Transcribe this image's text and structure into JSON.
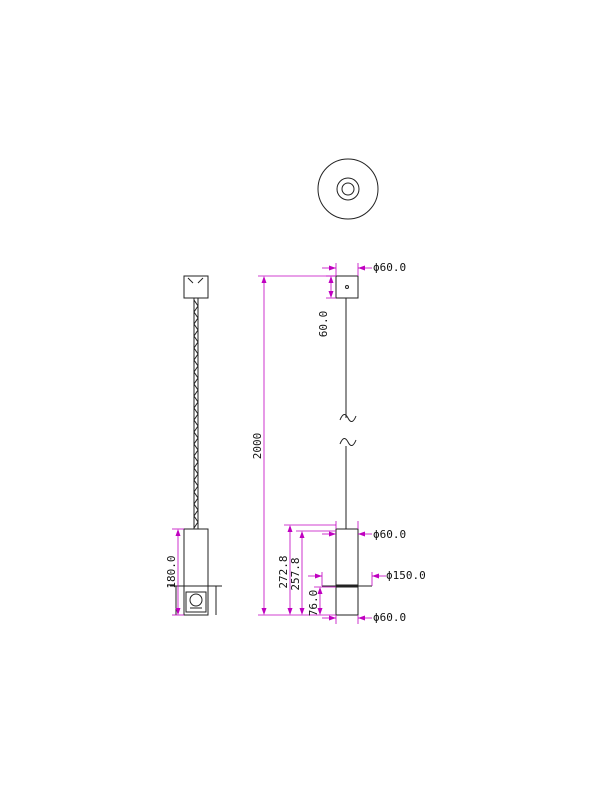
{
  "dimensions": {
    "canopy_diameter": "ϕ60.0",
    "canopy_height": "60.0",
    "total_length": "2000",
    "body_length_side": "180.0",
    "body_total": "272.8",
    "body_upper": "257.8",
    "lower_section": "76.0",
    "body_diameter": "ϕ60.0",
    "flange_diameter": "ϕ150.0",
    "bottom_diameter": "ϕ60.0"
  },
  "colors": {
    "line": "#222222",
    "dimension": "#c000c0"
  }
}
